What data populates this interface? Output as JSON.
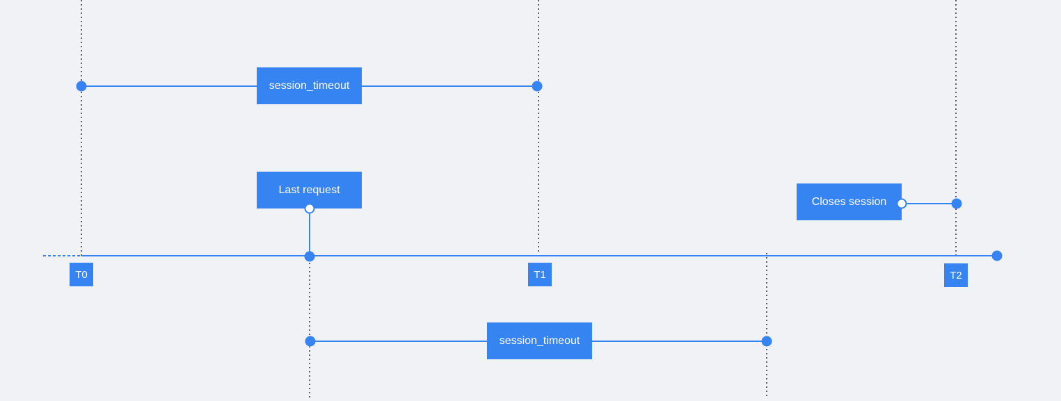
{
  "diagram": {
    "colors": {
      "accent": "#3683f2",
      "background": "#f0f2f6",
      "guide": "#2b2d33"
    },
    "timeline": {
      "markers": [
        "T0",
        "T1",
        "T2"
      ]
    },
    "labels": {
      "session_timeout_top": "session_timeout",
      "last_request": "Last request",
      "closes_session": "Closes session",
      "session_timeout_bottom": "session_timeout"
    }
  }
}
